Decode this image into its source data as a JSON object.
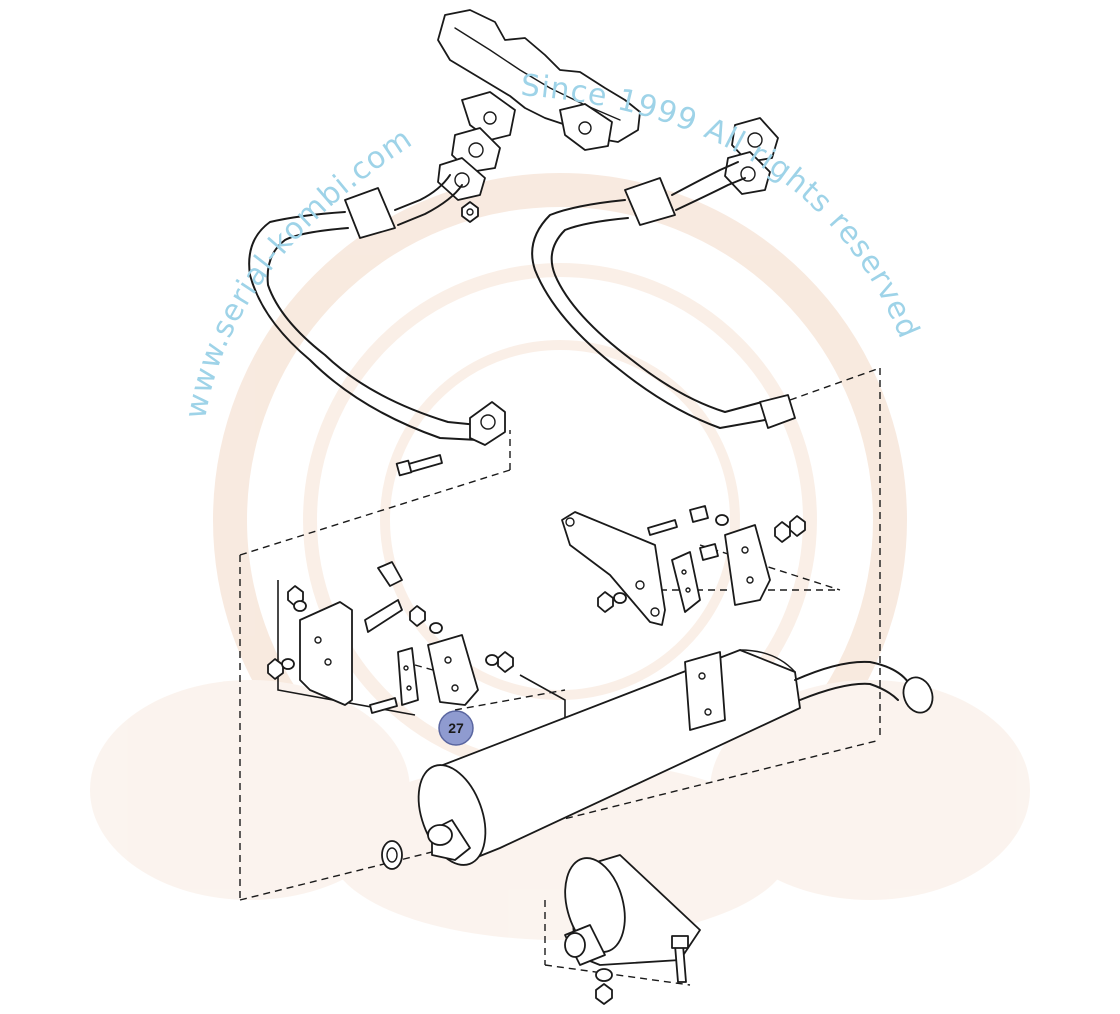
{
  "watermark": {
    "left_text": "www.serial-kombi.com",
    "right_text": "Since 1999 All rights reserved",
    "color": "#9ed3e8",
    "emblem_color": "#f3d9c6"
  },
  "callout": {
    "label": "27",
    "color": "#8f9bd0"
  }
}
